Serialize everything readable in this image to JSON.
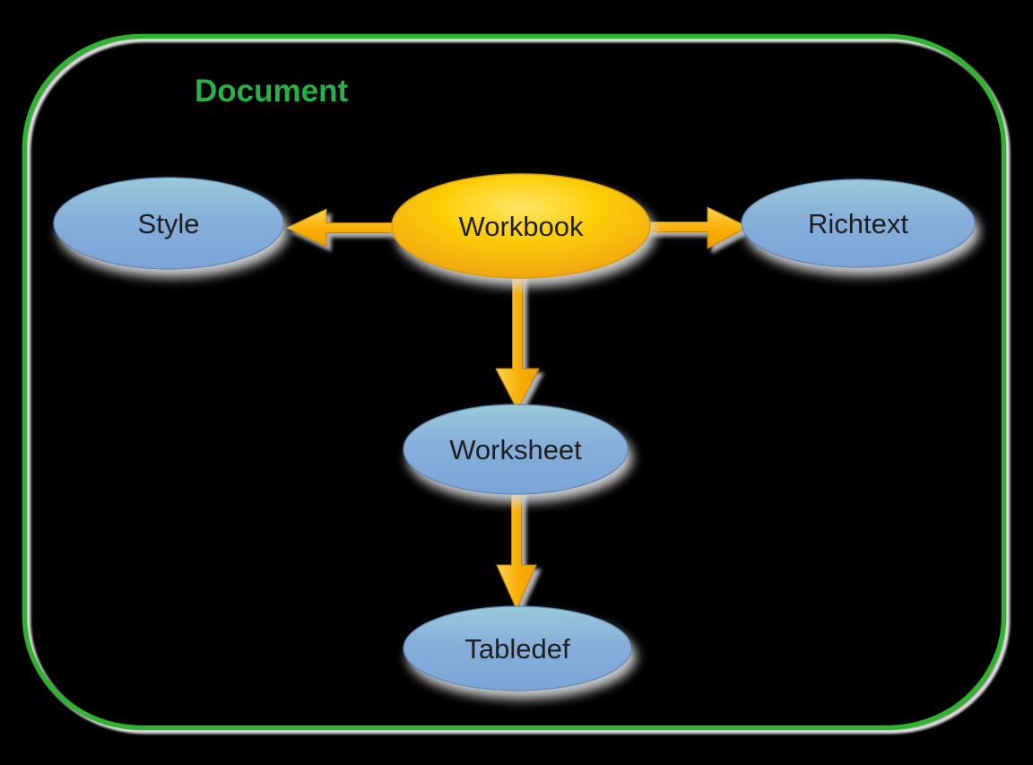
{
  "diagram": {
    "container": {
      "label": "Document",
      "border_color": "#2db42d",
      "title_color": "#28b245"
    },
    "nodes": {
      "workbook": {
        "label": "Workbook",
        "role": "root",
        "fill": "#fcca06"
      },
      "style": {
        "label": "Style",
        "role": "child",
        "fill": "#84aedb"
      },
      "richtext": {
        "label": "Richtext",
        "role": "child",
        "fill": "#84aedb"
      },
      "worksheet": {
        "label": "Worksheet",
        "role": "child",
        "fill": "#84aedb"
      },
      "tabledef": {
        "label": "Tabledef",
        "role": "child",
        "fill": "#84aedb"
      }
    },
    "edges": [
      {
        "from": "Workbook",
        "to": "Style",
        "direction": "left"
      },
      {
        "from": "Workbook",
        "to": "Richtext",
        "direction": "right"
      },
      {
        "from": "Workbook",
        "to": "Worksheet",
        "direction": "down"
      },
      {
        "from": "Worksheet",
        "to": "Tabledef",
        "direction": "down"
      }
    ],
    "colors": {
      "background": "#000000",
      "arrow": "#f5a800",
      "node_text": "#1e1e1e",
      "shadow": "#d8d8d8"
    }
  }
}
